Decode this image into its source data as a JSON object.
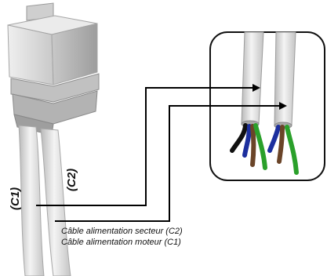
{
  "labels": {
    "c1": "(C1)",
    "c2": "(C2)"
  },
  "captions": {
    "line1": "Câble alimentation secteur  (C2)",
    "line2": "Câble alimentation moteur  (C1)"
  },
  "colors": {
    "cable": "#dcdcdc",
    "box": "#d6d6d6",
    "arrow": "#000000",
    "wire_black": "#111111",
    "wire_blue": "#1c2f9e",
    "wire_brown": "#6a4428",
    "wire_green": "#2aa02a"
  }
}
